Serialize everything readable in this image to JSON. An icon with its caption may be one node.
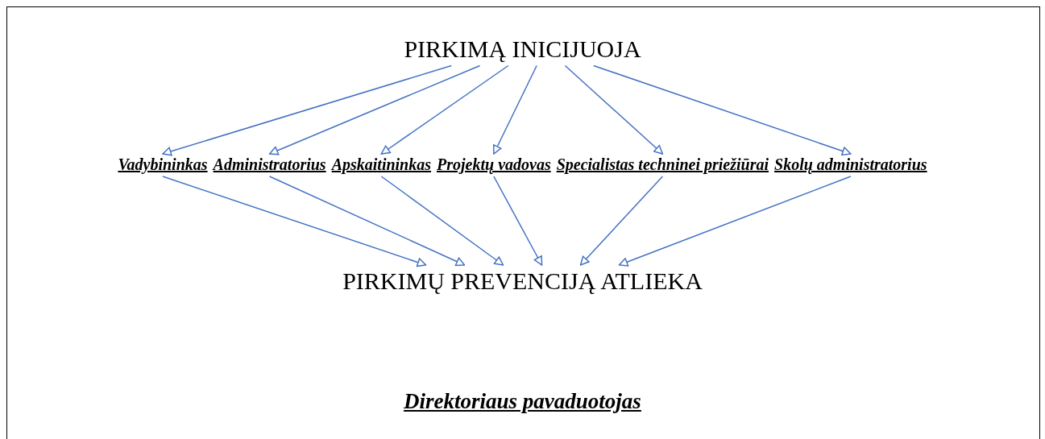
{
  "diagram": {
    "nodes": [
      {
        "text": [
          "PIRKIMĄ INICIJUOJA"
        ]
      },
      {
        "text": [
          "Vadybininkas"
        ]
      },
      {
        "text": [
          "Administratorius"
        ]
      },
      {
        "text": [
          "Apskaitininkas"
        ]
      },
      {
        "text": [
          "Projektų vadovas"
        ]
      },
      {
        "text": [
          "Specialistas techninei priežiūrai"
        ]
      },
      {
        "text": [
          "Skolų administratorius"
        ]
      },
      {
        "text": [
          "PIRKIMŲ PREVENCIJĄ ATLIEKA"
        ]
      }
    ],
    "edges": [
      {
        "from": 0,
        "to": 1,
        "arrow": "to"
      },
      {
        "from": 0,
        "to": 2,
        "arrow": "to"
      },
      {
        "from": 0,
        "to": 3,
        "arrow": "to"
      },
      {
        "from": 0,
        "to": 4,
        "arrow": "to"
      },
      {
        "from": 0,
        "to": 5,
        "arrow": "to"
      },
      {
        "from": 0,
        "to": 6,
        "arrow": "to"
      },
      {
        "from": 1,
        "to": 7,
        "arrow": "to"
      },
      {
        "from": 2,
        "to": 7,
        "arrow": "to"
      },
      {
        "from": 3,
        "to": 7,
        "arrow": "to"
      },
      {
        "from": 4,
        "to": 7,
        "arrow": "to"
      },
      {
        "from": 5,
        "to": 7,
        "arrow": "to"
      },
      {
        "from": 6,
        "to": 7,
        "arrow": "to"
      }
    ],
    "labels": [
      "Direktoriaus pavaduotojas"
    ]
  }
}
